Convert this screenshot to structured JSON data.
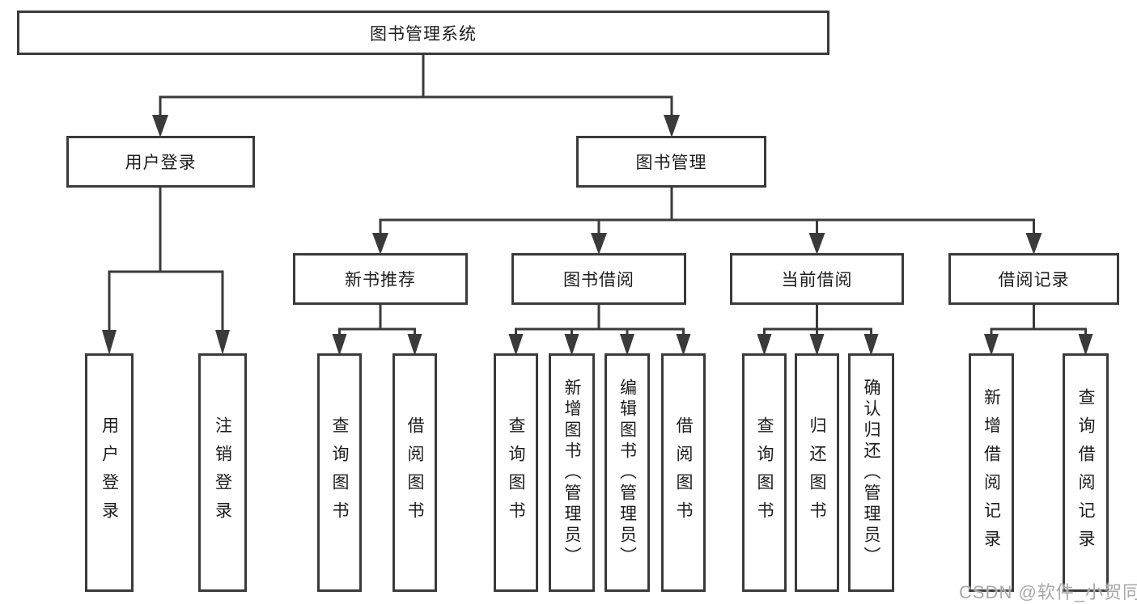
{
  "diagram": {
    "root": {
      "label": "图书管理系统"
    },
    "level2": [
      {
        "label": "用户登录"
      },
      {
        "label": "图书管理"
      }
    ],
    "level3": [
      {
        "label": "新书推荐"
      },
      {
        "label": "图书借阅"
      },
      {
        "label": "当前借阅"
      },
      {
        "label": "借阅记录"
      }
    ],
    "leaves": [
      {
        "label": "用户登录"
      },
      {
        "label": "注销登录"
      },
      {
        "label": "查询图书"
      },
      {
        "label": "借阅图书"
      },
      {
        "label": "查询图书"
      },
      {
        "label": "新增图书（管理员）"
      },
      {
        "label": "编辑图书（管理员）"
      },
      {
        "label": "借阅图书"
      },
      {
        "label": "查询图书"
      },
      {
        "label": "归还图书"
      },
      {
        "label": "确认归还（管理员）"
      },
      {
        "label": "新增借阅记录"
      },
      {
        "label": "查询借阅记录"
      }
    ],
    "watermark": "CSDN @软件_小贺同学",
    "line_color": "#3a3a3a",
    "background_color": "#ffffff"
  }
}
